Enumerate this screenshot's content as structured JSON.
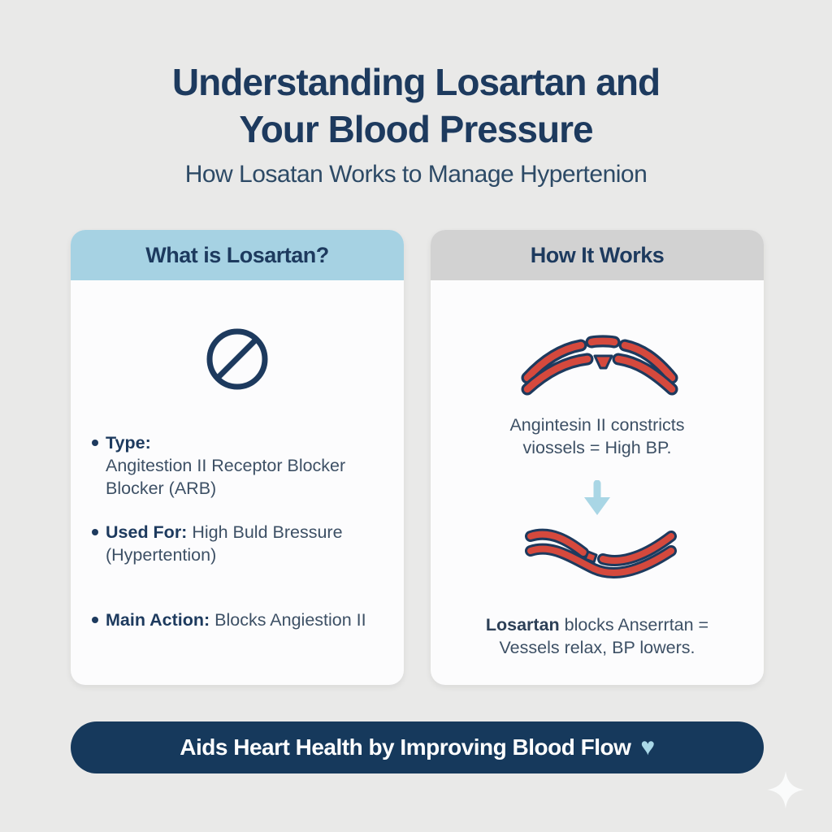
{
  "palette": {
    "navy": "#1d3a5e",
    "text": "#3d5065",
    "light_blue": "#a6d2e3",
    "header_grey": "#d2d2d2",
    "vessel_red": "#d5493d",
    "banner_navy": "#16395c",
    "heart_blue": "#a9d8e8",
    "background": "#e9e9e8",
    "card_bg": "#fcfcfd",
    "arrow_blue": "#a9d6e5",
    "sparkle": "#fafbfb"
  },
  "header": {
    "title_line1": "Understanding Losartan and",
    "title_line2": "Your Blood Pressure",
    "subtitle": "How Losatan Works to Manage Hypertenion"
  },
  "left_card": {
    "header": "What is Losartan?",
    "icon": "prohibition-icon",
    "bullets": [
      {
        "label": "Type:",
        "text": "Angitestion II Receptor Blocker\nBlocker (ARB)"
      },
      {
        "label": "Used For:",
        "text": " High Buld Bressure\n(Hypertention)"
      },
      {
        "label": "Main Action:",
        "text": " Blocks Angiestion II"
      }
    ]
  },
  "right_card": {
    "header": "How It Works",
    "step1_illustration": "constricted-vessel",
    "step1_caption": "Angintesin II constricts\nviossels = High BP.",
    "arrow": "down-arrow",
    "step2_illustration": "relaxed-vessel",
    "step2_bold": "Losartan",
    "step2_rest": " blocks Anserrtan =\nVessels relax, BP lowers."
  },
  "banner": {
    "text": "Aids Heart Health by Improving Blood Flow",
    "heart_glyph": "♥"
  }
}
